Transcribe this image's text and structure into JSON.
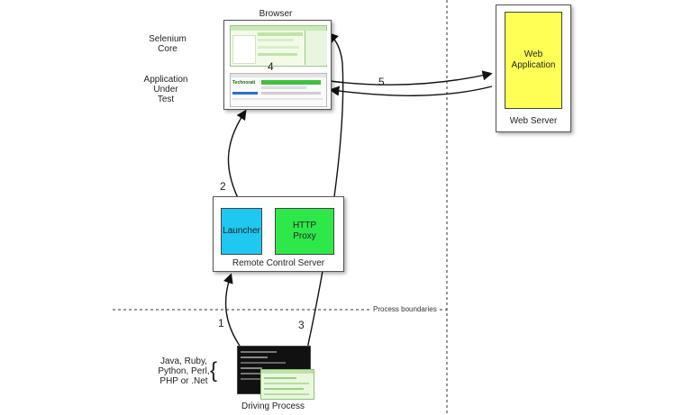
{
  "browser": {
    "title": "Browser",
    "selenium_core_label": "Selenium\nCore",
    "aut_label": "Application\nUnder\nTest",
    "aut_logo": "Technorati"
  },
  "web_server": {
    "label": "Web Server",
    "app_label": "Web\nApplication",
    "app_color": "#ffff55"
  },
  "rc_server": {
    "label": "Remote Control Server",
    "launcher_label": "Launcher",
    "launcher_color": "#1ec8f0",
    "proxy_label": "HTTP\nProxy",
    "proxy_color": "#2ee84a"
  },
  "process_boundaries_label": "Process boundaries",
  "driving": {
    "label": "Driving Process",
    "languages": "Java, Ruby,\nPython, Perl,\nPHP or .Net",
    "brace": "{"
  },
  "steps": [
    "1",
    "2",
    "3",
    "4",
    "5"
  ]
}
